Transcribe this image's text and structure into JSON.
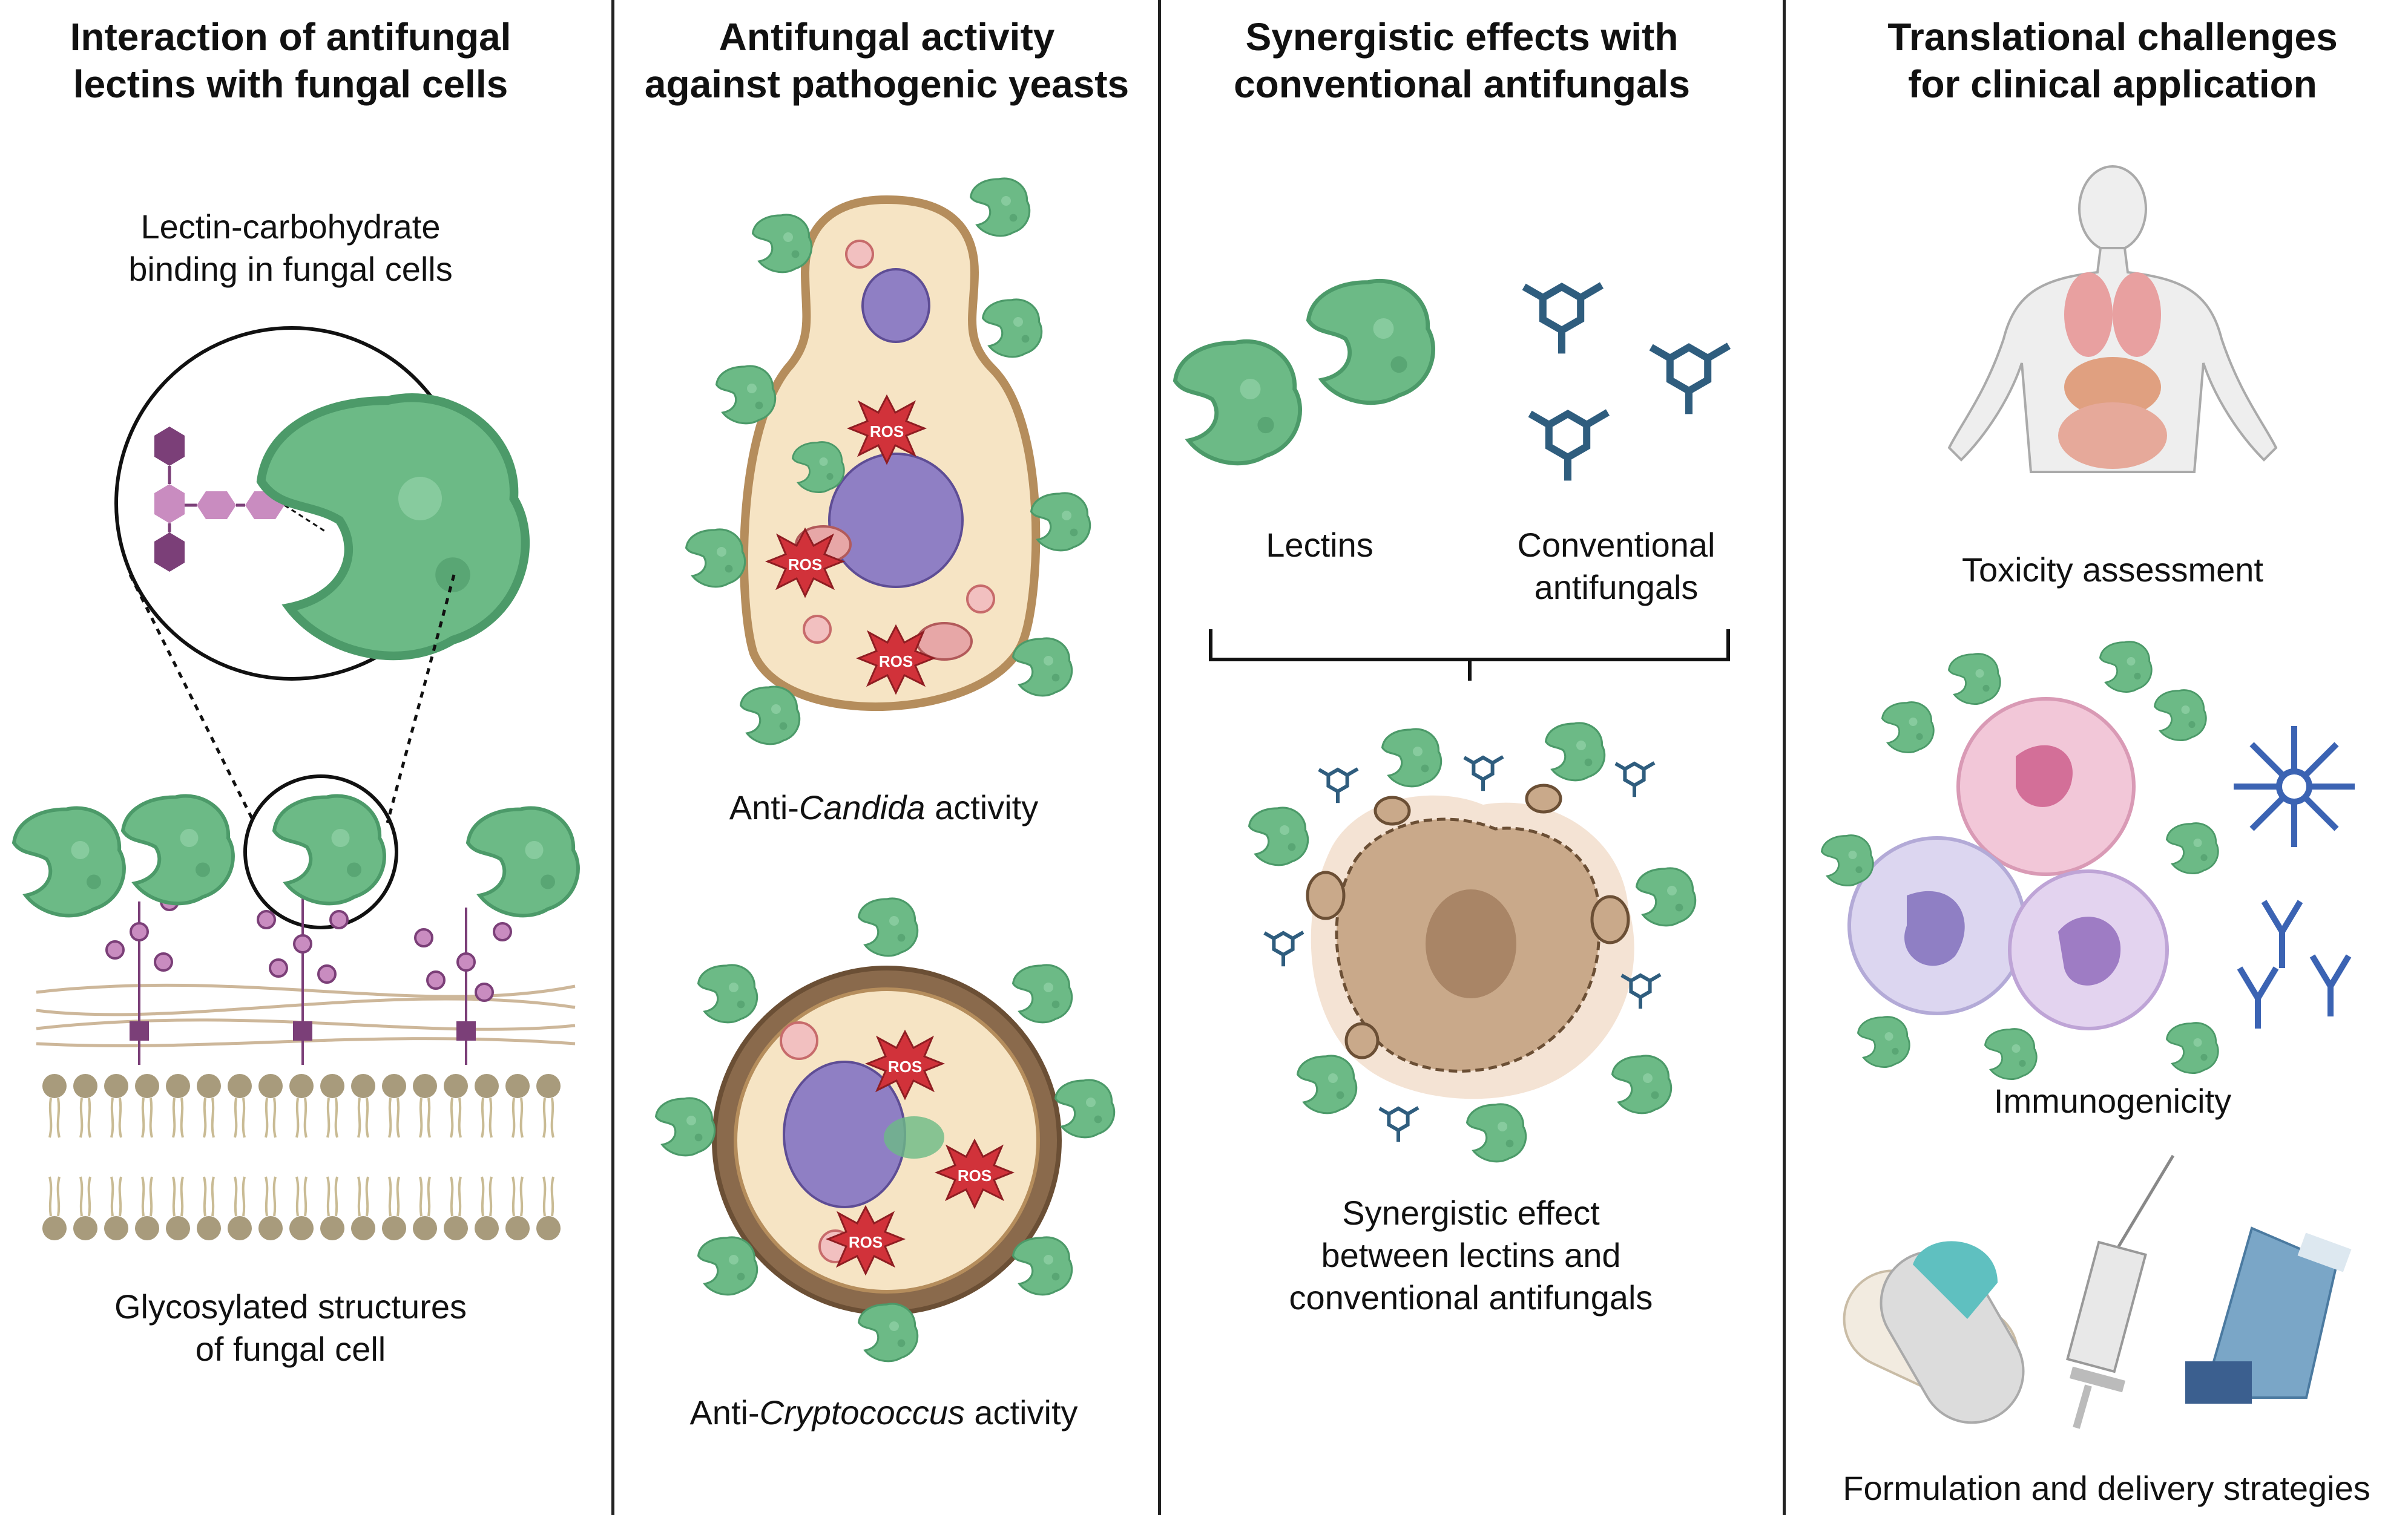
{
  "panels": [
    {
      "title_line1": "Interaction of antifungal",
      "title_line2": "lectins with fungal cells",
      "labels": {
        "binding_line1": "Lectin-carbohydrate",
        "binding_line2": "binding in fungal cells",
        "glyco_line1": "Glycosylated structures",
        "glyco_line2": "of fungal cell"
      }
    },
    {
      "title_line1": "Antifungal activity",
      "title_line2": "against pathogenic yeasts",
      "labels": {
        "candida_prefix": "Anti-",
        "candida_genus": "Candida",
        "candida_suffix": " activity",
        "crypto_prefix": "Anti-",
        "crypto_genus": "Cryptococcus",
        "crypto_suffix": " activity",
        "ros": "ROS"
      }
    },
    {
      "title_line1": "Synergistic effects with",
      "title_line2": "conventional antifungals",
      "labels": {
        "lectins": "Lectins",
        "conventional_line1": "Conventional",
        "conventional_line2": "antifungals",
        "synergy_line1": "Synergistic effect",
        "synergy_line2": "between lectins and",
        "synergy_line3": "conventional antifungals"
      }
    },
    {
      "title_line1": "Translational challenges",
      "title_line2": "for clinical application",
      "labels": {
        "toxicity": "Toxicity assessment",
        "immunogenicity": "Immunogenicity",
        "formulation": "Formulation and delivery strategies"
      }
    }
  ],
  "colors": {
    "lectin": "#6cba86",
    "lectin_dark": "#4c9a69",
    "glycan_pink": "#c98cc0",
    "glycan_purple": "#7b3f78",
    "membrane": "#a89b7c",
    "cell_wall": "#b58d5c",
    "cytoplasm": "#f6e4c4",
    "nucleus": "#8f7fc4",
    "ros_red": "#d1323a",
    "drug_blue": "#2f5d7e"
  },
  "icons": [
    "lectin-icon",
    "glycan-chain-icon",
    "lipid-bilayer-icon",
    "yeast-cell-icon",
    "ros-burst-icon",
    "drug-molecule-icon",
    "human-body-icon",
    "immune-cell-icon",
    "antibody-icon",
    "capsule-icon",
    "syringe-icon",
    "inhaler-icon"
  ]
}
